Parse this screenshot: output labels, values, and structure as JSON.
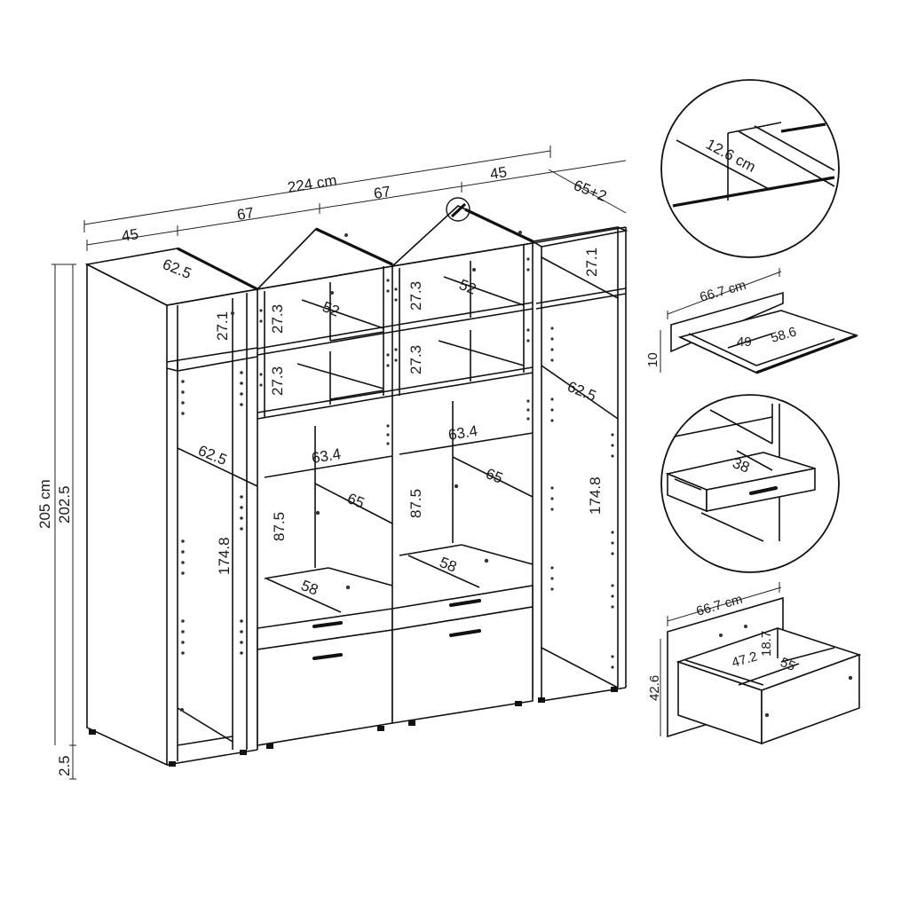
{
  "wardrobe": {
    "total_width": "224 cm",
    "widths": [
      "45",
      "67",
      "67",
      "45"
    ],
    "depth": "65+2",
    "height_total": "205 cm",
    "height_body": "202.5",
    "height_feet": "2.5",
    "left": {
      "shelf_depth_top": "62.5",
      "top_height": "27.1",
      "hang_depth": "62.5",
      "hang_height": "174.8"
    },
    "mid_left": {
      "shelf1_h": "27.3",
      "shelf1_d": "52",
      "shelf2_h": "27.3",
      "rail_w": "63.4",
      "open_h": "87.5",
      "open_d": "65",
      "drawer_d": "58"
    },
    "mid_right": {
      "shelf1_h": "27.3",
      "shelf1_d": "52",
      "shelf2_h": "27.3",
      "rail_w": "63.4",
      "open_h": "87.5",
      "open_d": "65",
      "drawer_d": "58"
    },
    "right": {
      "top_height": "27.1",
      "hang_depth": "62.5",
      "hang_height": "174.8"
    }
  },
  "details": {
    "rail": {
      "label": "12.6 cm"
    },
    "pullout": {
      "width": "66.7 cm",
      "height": "10",
      "inner_w": "49",
      "inner_d": "58.6"
    },
    "small_drawer": {
      "depth": "38"
    },
    "big_drawer": {
      "width": "66.7 cm",
      "height": "42.6",
      "inner_h": "18.7",
      "inner_w": "47.2",
      "inner_d": "55"
    }
  }
}
